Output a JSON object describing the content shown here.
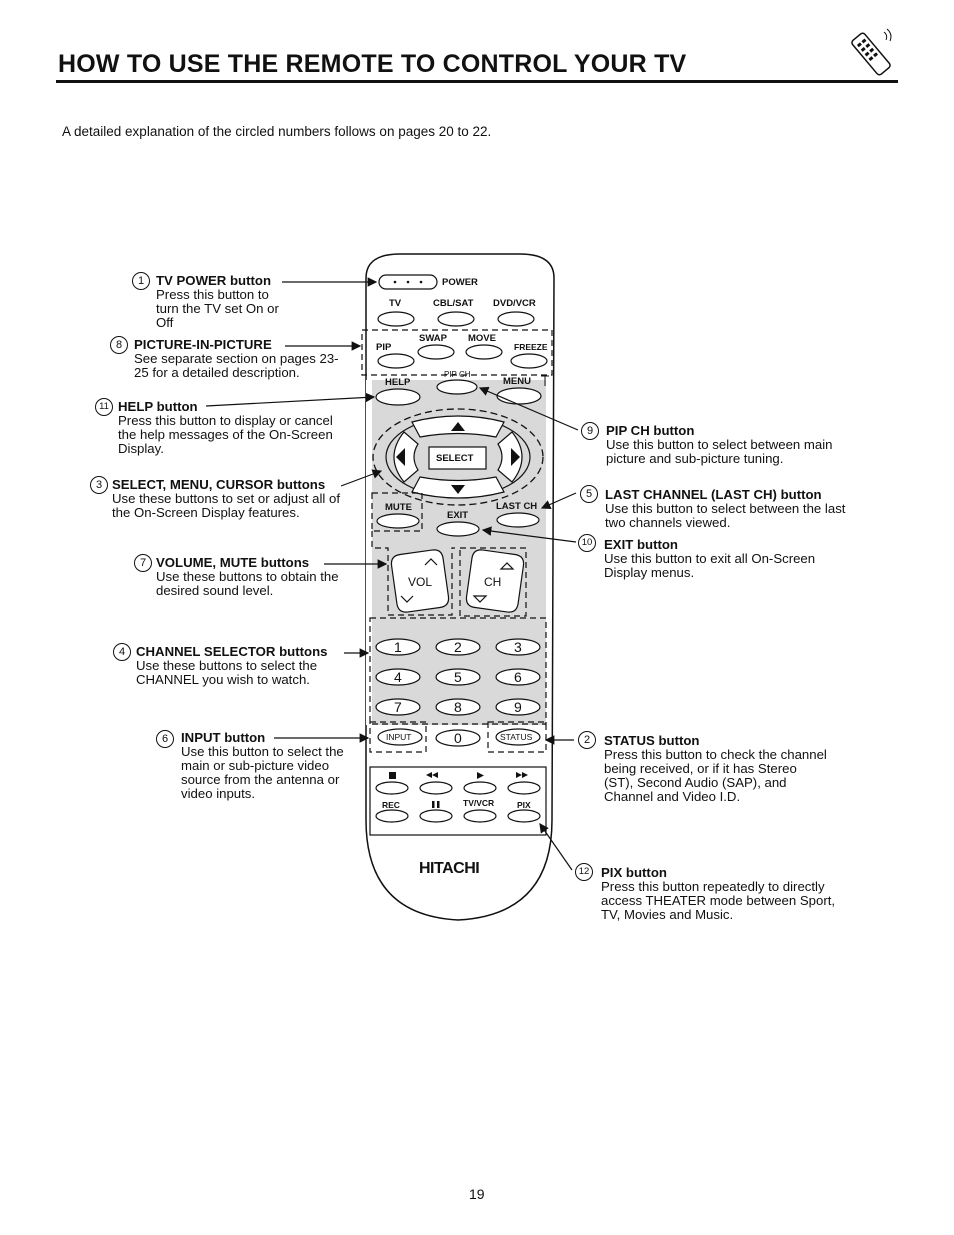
{
  "page": {
    "title": "HOW TO USE THE REMOTE TO CONTROL YOUR TV",
    "intro": "A detailed explanation of the circled numbers follows on pages 20 to 22.",
    "page_number": "19"
  },
  "callouts": {
    "tv_power": {
      "num": "1",
      "head": "TV POWER button",
      "desc": "Press this button to turn the TV set On or Off"
    },
    "pip": {
      "num": "8",
      "head": "PICTURE-IN-PICTURE",
      "desc": "See separate section on pages 23-25 for a detailed description."
    },
    "help": {
      "num": "11",
      "head": "HELP button",
      "desc": "Press this button to display or cancel the help messages of the On-Screen Display."
    },
    "select": {
      "num": "3",
      "head": "SELECT, MENU, CURSOR buttons",
      "desc": "Use these buttons to set or adjust all of the On-Screen Display features."
    },
    "volume": {
      "num": "7",
      "head": "VOLUME, MUTE buttons",
      "desc": "Use these buttons to obtain the desired sound level."
    },
    "channel": {
      "num": "4",
      "head": "CHANNEL SELECTOR buttons",
      "desc": "Use these buttons to select the CHANNEL you wish to watch."
    },
    "input": {
      "num": "6",
      "head": "INPUT button",
      "desc": "Use this button to select the main or sub-picture video source from the antenna or video inputs."
    },
    "pip_ch": {
      "num": "9",
      "head": "PIP CH button",
      "desc": "Use this button to select between main picture and sub-picture tuning."
    },
    "last_ch": {
      "num": "5",
      "head": "LAST CHANNEL (LAST CH) button",
      "desc": "Use this button to select between the last two channels viewed."
    },
    "exit": {
      "num": "10",
      "head": "EXIT button",
      "desc": "Use this button to exit all On-Screen Display menus."
    },
    "status": {
      "num": "2",
      "head": "STATUS button",
      "desc": "Press this button to check the channel being received, or if it has Stereo (ST), Second Audio (SAP), and Channel and Video I.D."
    },
    "pix": {
      "num": "12",
      "head": "PIX button",
      "desc": "Press this button repeatedly to directly access THEATER mode between Sport, TV, Movies and Music."
    }
  },
  "remote": {
    "power": "POWER",
    "tv": "TV",
    "cbl_sat": "CBL/SAT",
    "dvd_vcr": "DVD/VCR",
    "pip": "PIP",
    "swap": "SWAP",
    "move": "MOVE",
    "freeze": "FREEZE",
    "help": "HELP",
    "pip_ch": "PIP CH",
    "menu": "MENU",
    "select": "SELECT",
    "mute": "MUTE",
    "exit": "EXIT",
    "last_ch": "LAST CH",
    "vol": "VOL",
    "ch": "CH",
    "digits": [
      "1",
      "2",
      "3",
      "4",
      "5",
      "6",
      "7",
      "8",
      "9",
      "0"
    ],
    "input": "INPUT",
    "status": "STATUS",
    "rec": "REC",
    "tv_vcr": "TV/VCR",
    "pix": "PIX",
    "brand": "HITACHI"
  }
}
